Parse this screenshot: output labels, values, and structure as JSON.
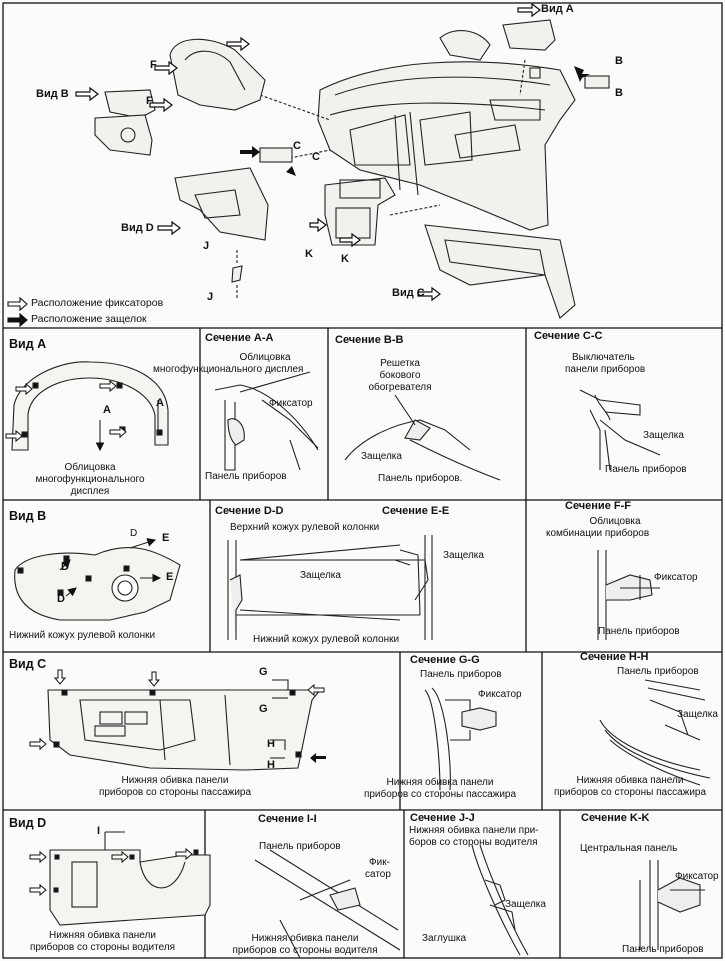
{
  "overview": {
    "view_a": "Вид A",
    "view_b": "Вид B",
    "view_c": "Вид C",
    "view_d": "Вид D",
    "letter_f": "F",
    "letter_b": "B",
    "letter_c": "C",
    "letter_j": "J",
    "letter_k": "K"
  },
  "legend": {
    "clips": "Расположение фиксаторов",
    "latches": "Расположение защелок"
  },
  "panels": {
    "view_a": {
      "title": "Вид A",
      "label_line1": "Облицовка",
      "label_line2": "многофункционального",
      "label_line3": "дисплея",
      "arrow_a": "A"
    },
    "sec_aa": {
      "title": "Сечение A-A",
      "label_line1": "Облицовка",
      "label_line2": "многофункционального дисплея",
      "clip": "Фиксатор",
      "panel": "Панель приборов"
    },
    "sec_bb": {
      "title": "Сечение B-B",
      "grille_line1": "Решетка",
      "grille_line2": "бокового",
      "grille_line3": "обогревателя",
      "latch": "Защелка",
      "panel": "Панель приборов."
    },
    "sec_cc": {
      "title": "Сечение C-C",
      "switch_line1": "Выключатель",
      "switch_line2": "панели приборов",
      "latch": "Защелка",
      "panel": "Панель приборов"
    },
    "view_b": {
      "title": "Вид B",
      "label": "Нижний кожух рулевой колонки",
      "letter_d": "D",
      "letter_e": "E"
    },
    "sec_dd_ee": {
      "title_dd": "Сечение D-D",
      "title_ee": "Сечение E-E",
      "upper": "Верхний кожух рулевой колонки",
      "latch1": "Защелка",
      "latch2": "Защелка",
      "lower": "Нижний кожух рулевой колонки"
    },
    "sec_ff": {
      "title": "Сечение F-F",
      "label_line1": "Облицовка",
      "label_line2": "комбинации приборов",
      "clip": "Фиксатор",
      "panel": "Панель приборов"
    },
    "view_c": {
      "title": "Вид C",
      "label_line1": "Нижняя обивка панели",
      "label_line2": "приборов со стороны пассажира",
      "letter_g": "G",
      "letter_h": "H"
    },
    "sec_gg": {
      "title": "Сечение G-G",
      "panel": "Панель приборов",
      "clip": "Фиксатор",
      "label_line1": "Нижняя обивка панели",
      "label_line2": "приборов со стороны пассажира"
    },
    "sec_hh": {
      "title": "Сечение H-H",
      "panel": "Панель приборов",
      "latch": "Защелка",
      "label_line1": "Нижняя обивка панели",
      "label_line2": "приборов со стороны пассажира"
    },
    "view_d": {
      "title": "Вид D",
      "letter_i": "I",
      "label_line1": "Нижняя обивка панели",
      "label_line2": "приборов со стороны водителя"
    },
    "sec_ii": {
      "title": "Сечение I-I",
      "panel": "Панель приборов",
      "clip_line1": "Фик-",
      "clip_line2": "сатор",
      "label_line1": "Нижняя обивка панели",
      "label_line2": "приборов со стороны водителя"
    },
    "sec_jj": {
      "title": "Сечение J-J",
      "label_line1": "Нижняя обивка панели при-",
      "label_line2": "боров со стороны водителя",
      "latch": "Защелка",
      "plug": "Заглушка"
    },
    "sec_kk": {
      "title": "Сечение K-K",
      "center": "Центральная панель",
      "clip": "Фиксатор",
      "panel": "Панель приборов"
    }
  }
}
